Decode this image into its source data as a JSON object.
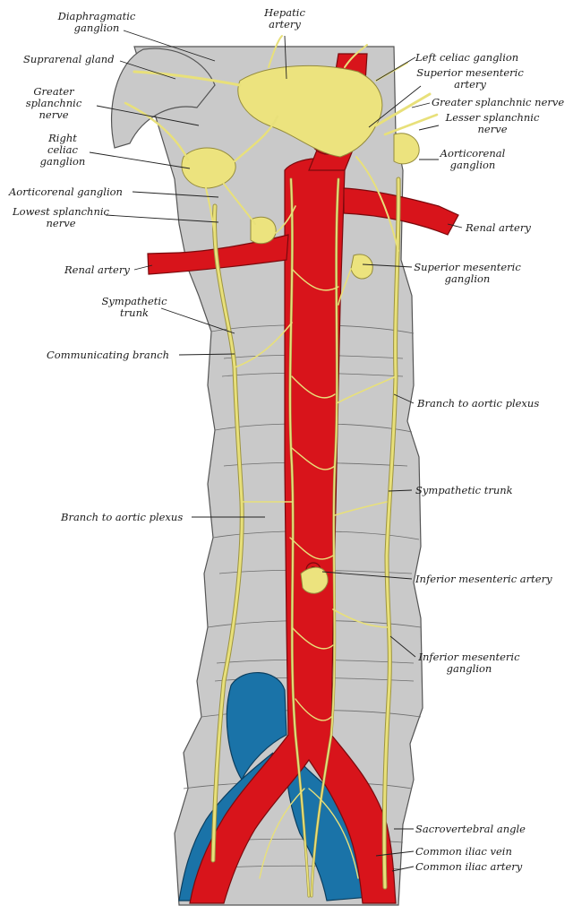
{
  "colors": {
    "artery": "#d8141b",
    "vein": "#1a73a8",
    "nerve": "#e8e07a",
    "bone": "#c9c9c9"
  },
  "labels": {
    "diaphragmatic_ganglion": [
      "Diaphragmatic",
      "ganglion"
    ],
    "hepatic_artery": [
      "Hepatic",
      "artery"
    ],
    "suprarenal_gland": [
      "Suprarenal gland"
    ],
    "left_celiac_ganglion": [
      "Left celiac ganglion"
    ],
    "superior_mesenteric_artery": [
      "Superior mesenteric",
      "artery"
    ],
    "greater_splanchnic_nerve_left": [
      "Greater",
      "splanchnic",
      "nerve"
    ],
    "greater_splanchnic_nerve_right": [
      "Greater splanchnic nerve"
    ],
    "lesser_splanchnic_nerve": [
      "Lesser splanchnic",
      "nerve"
    ],
    "right_celiac_ganglion": [
      "Right",
      "celiac",
      "ganglion"
    ],
    "aorticorenal_ganglion_right": [
      "Aorticorenal",
      "ganglion"
    ],
    "aorticorenal_ganglion_left": [
      "Aorticorenal ganglion"
    ],
    "lowest_splanchnic_nerve": [
      "Lowest splanchnic",
      "nerve"
    ],
    "renal_artery_right": [
      "Renal artery"
    ],
    "renal_artery_left": [
      "Renal artery"
    ],
    "superior_mesenteric_ganglion": [
      "Superior mesenteric",
      "ganglion"
    ],
    "sympathetic_trunk_left": [
      "Sympathetic",
      "trunk"
    ],
    "communicating_branch": [
      "Communicating branch"
    ],
    "branch_to_aortic_plexus_right": [
      "Branch to aortic plexus"
    ],
    "sympathetic_trunk_right": [
      "Sympathetic trunk"
    ],
    "branch_to_aortic_plexus_left": [
      "Branch to aortic plexus"
    ],
    "inferior_mesenteric_artery": [
      "Inferior mesenteric artery"
    ],
    "inferior_mesenteric_ganglion": [
      "Inferior mesenteric",
      "ganglion"
    ],
    "sacrovertebral_angle": [
      "Sacrovertebral angle"
    ],
    "common_iliac_vein": [
      "Common iliac vein"
    ],
    "common_iliac_artery": [
      "Common iliac artery"
    ]
  }
}
